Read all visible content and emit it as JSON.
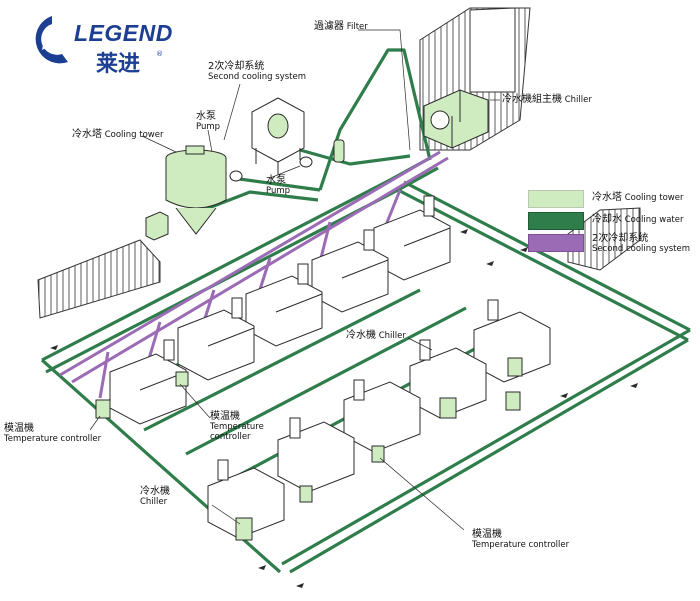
{
  "logo": {
    "brand": "LEGEND",
    "brand_cn": "莱进",
    "reg": "®"
  },
  "colors": {
    "cooling_tower": "#cfecc0",
    "cooling_water": "#2e7d4a",
    "second_cooling": "#9b6bb5",
    "outline": "#2b2b2b"
  },
  "legend": {
    "items": [
      {
        "cn": "冷水塔",
        "en": "Cooling tower"
      },
      {
        "cn": "冷却水",
        "en": "Cooling water"
      },
      {
        "cn": "2次冷却系统",
        "en": "Second cooling system"
      }
    ]
  },
  "labels": {
    "filter": {
      "cn": "過濾器",
      "en": "Filter"
    },
    "second_cooling": {
      "cn": "2次冷却系统",
      "en": "Second cooling system"
    },
    "pump_top": {
      "cn": "水泵",
      "en": "Pump"
    },
    "cooling_tower": {
      "cn": "冷水塔",
      "en": "Cooling tower"
    },
    "pump_mid": {
      "cn": "水泵",
      "en": "Pump"
    },
    "chiller_main": {
      "cn": "冷水機組主機",
      "en": "Chiller"
    },
    "chiller_mid": {
      "cn": "冷水機",
      "en": "Chiller"
    },
    "temp_left": {
      "cn": "模温機",
      "en": "Temperature controller"
    },
    "temp_mid": {
      "cn": "模温機",
      "en": "Temperature controller"
    },
    "chiller_bottom": {
      "cn": "冷水機",
      "en": "Chiller"
    },
    "temp_bottom": {
      "cn": "模温機",
      "en": "Temperature controller"
    }
  }
}
